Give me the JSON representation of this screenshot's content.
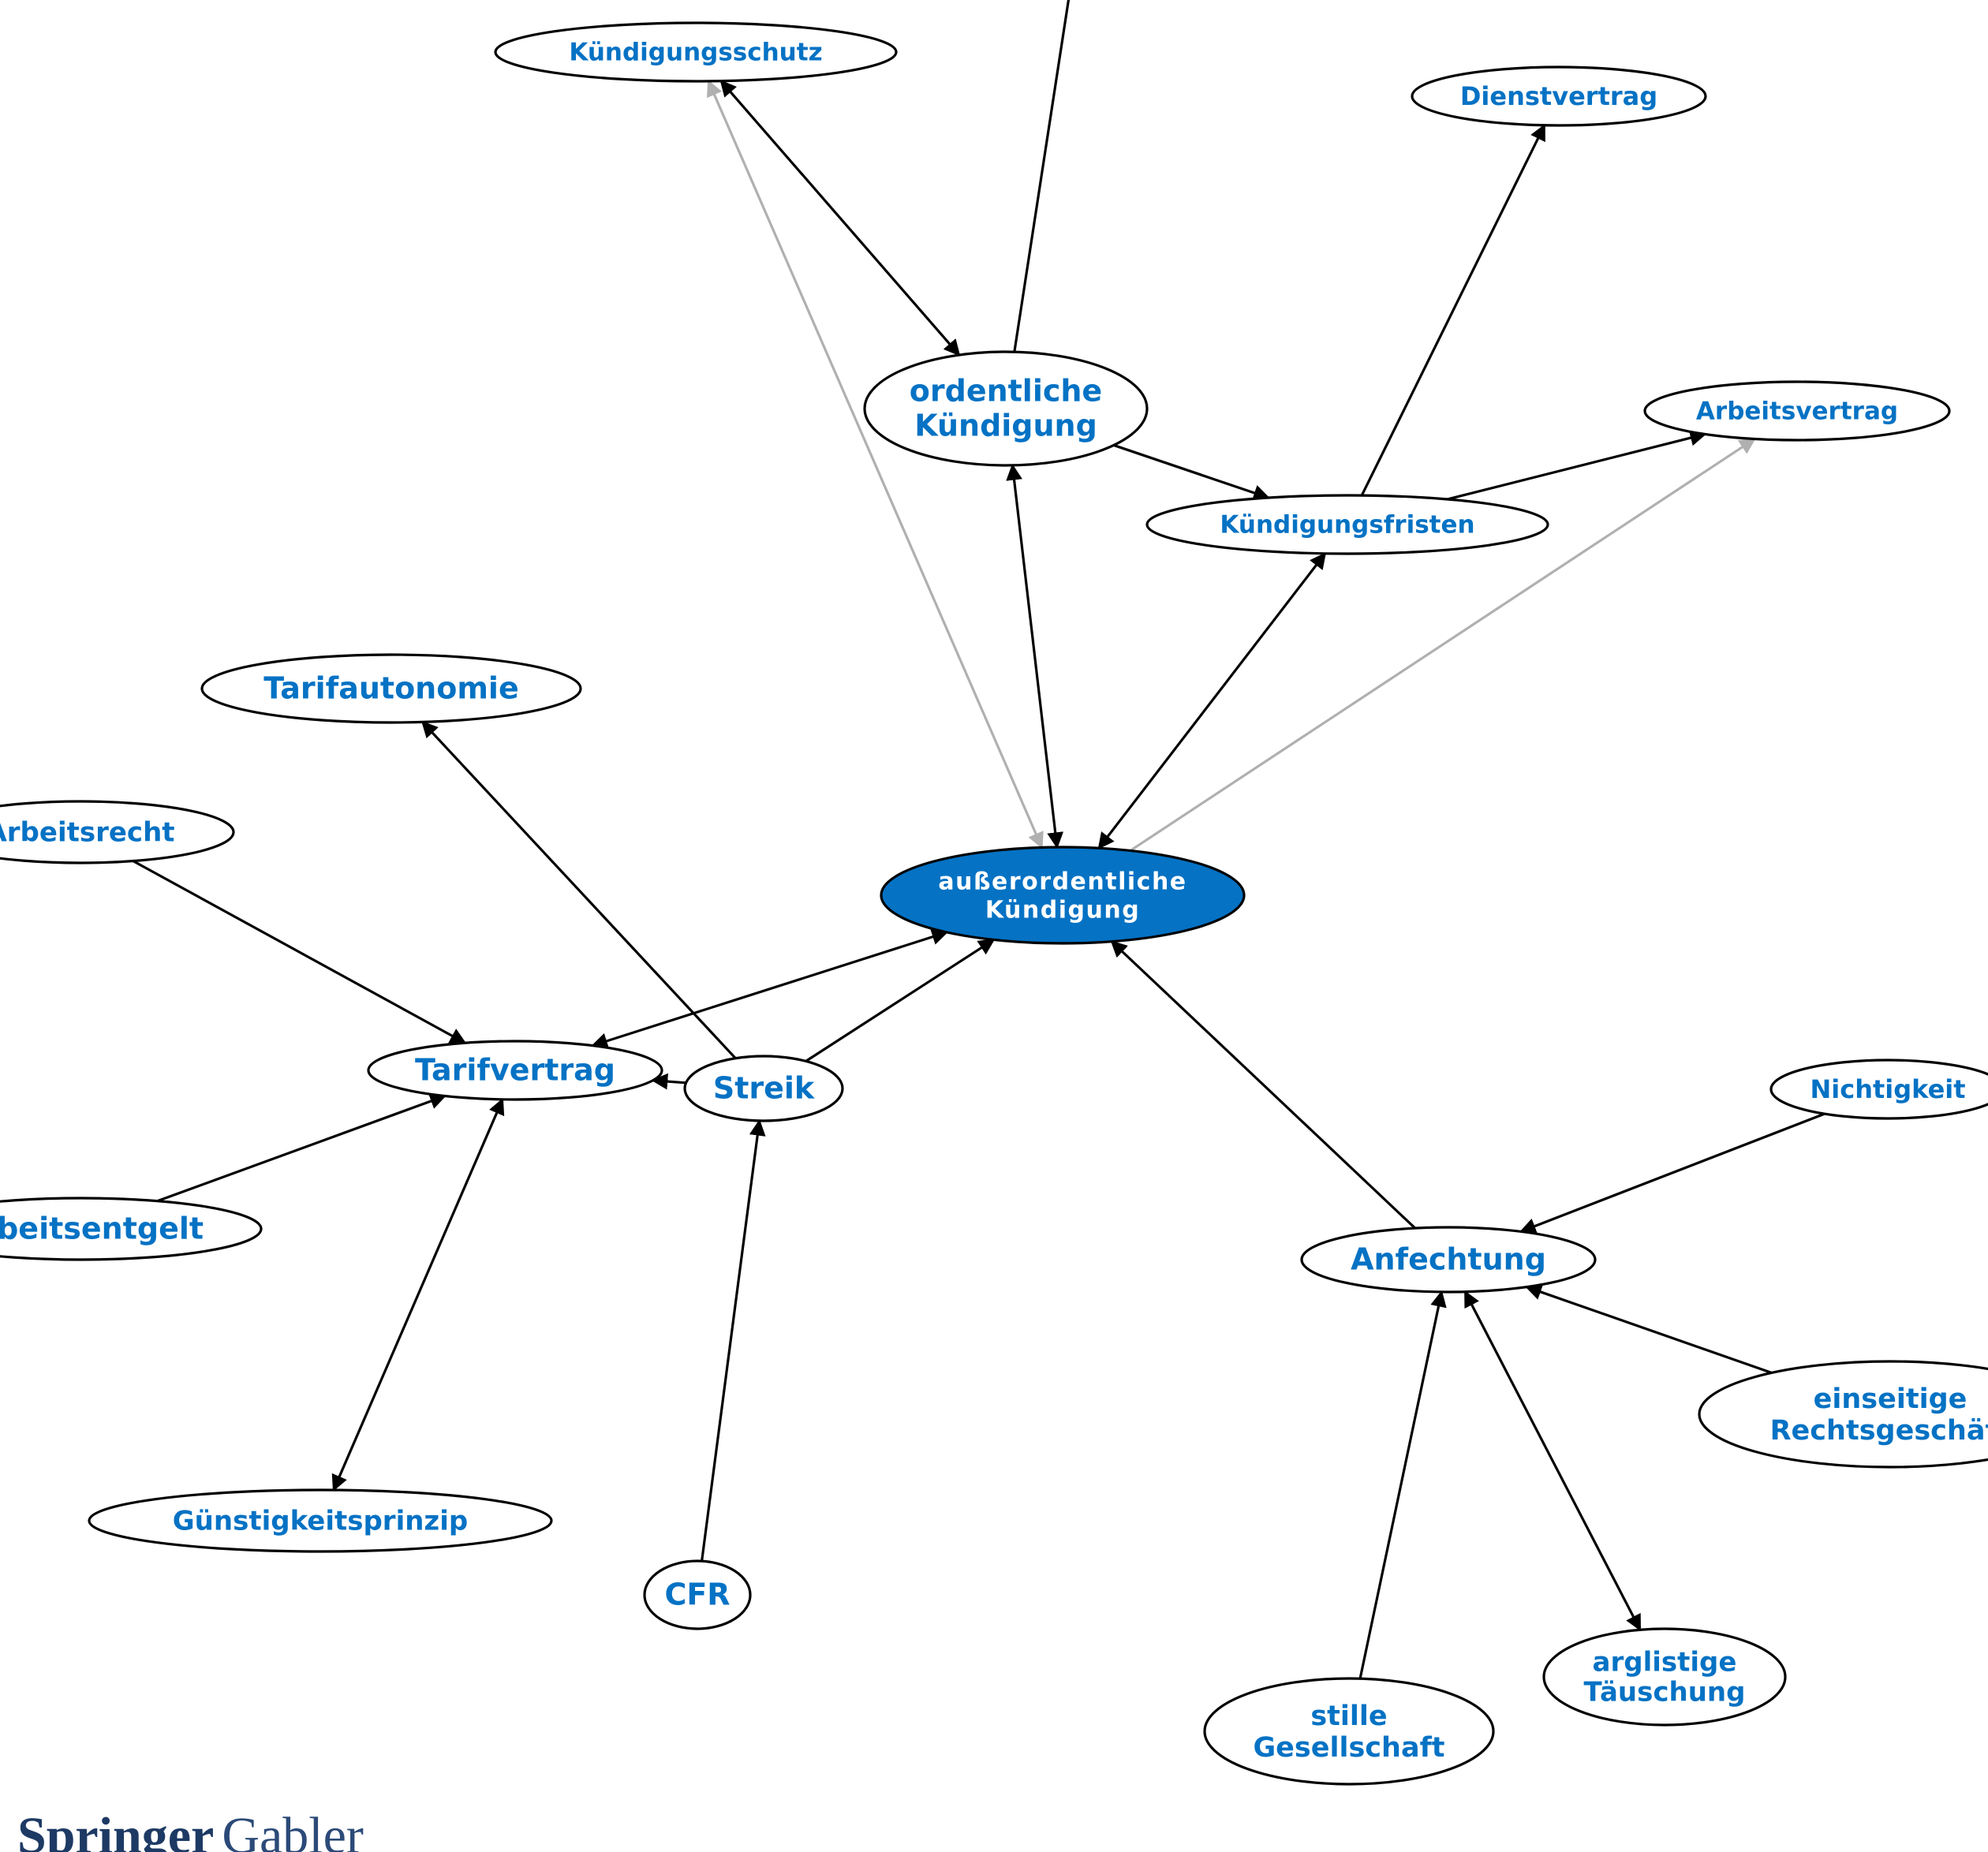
{
  "colors": {
    "label": "#0572c4",
    "center_fill": "#0572c4",
    "center_label": "#ffffff",
    "edge": "#000000",
    "edge_secondary": "#b0b0b0",
    "node_fill": "#ffffff"
  },
  "brand": {
    "name_primary": "Springer",
    "name_secondary": "Gabler"
  },
  "nodes": [
    {
      "id": "center",
      "lines": [
        "außerordentliche",
        "Kündigung"
      ],
      "center": true
    },
    {
      "id": "kschutz",
      "lines": [
        "Kündigungsschutz"
      ]
    },
    {
      "id": "dienst",
      "lines": [
        "Dienstvertrag"
      ]
    },
    {
      "id": "ordentlich",
      "lines": [
        "ordentliche",
        "Kündigung"
      ]
    },
    {
      "id": "avertrag",
      "lines": [
        "Arbeitsvertrag"
      ]
    },
    {
      "id": "kfristen",
      "lines": [
        "Kündigungsfristen"
      ]
    },
    {
      "id": "tautonomie",
      "lines": [
        "Tarifautonomie"
      ]
    },
    {
      "id": "arecht",
      "lines": [
        "Arbeitsrecht"
      ]
    },
    {
      "id": "tvertrag",
      "lines": [
        "Tarifvertrag"
      ]
    },
    {
      "id": "streik",
      "lines": [
        "Streik"
      ]
    },
    {
      "id": "aentgelt",
      "lines": [
        "Arbeitsentgelt"
      ]
    },
    {
      "id": "guenstig",
      "lines": [
        "Günstigkeitsprinzip"
      ]
    },
    {
      "id": "cfr",
      "lines": [
        "CFR"
      ]
    },
    {
      "id": "nichtig",
      "lines": [
        "Nichtigkeit"
      ]
    },
    {
      "id": "anfecht",
      "lines": [
        "Anfechtung"
      ]
    },
    {
      "id": "einseitig",
      "lines": [
        "einseitige",
        "Rechtsgeschäft"
      ]
    },
    {
      "id": "arglist",
      "lines": [
        "arglistige",
        "Täuschung"
      ]
    },
    {
      "id": "stille",
      "lines": [
        "stille",
        "Gesellschaft"
      ]
    }
  ],
  "edges": [
    {
      "from": "kschutz",
      "to": "ordentlich",
      "dir": "both"
    },
    {
      "from": "kschutz",
      "to": "center",
      "dir": "both",
      "secondary": true
    },
    {
      "from": "ordentlich",
      "to": "center",
      "dir": "both"
    },
    {
      "from": "ordentlich",
      "to": "kfristen",
      "dir": "forward"
    },
    {
      "from": "kfristen",
      "to": "dienst",
      "dir": "forward"
    },
    {
      "from": "kfristen",
      "to": "avertrag",
      "dir": "forward"
    },
    {
      "from": "center",
      "to": "avertrag",
      "dir": "forward",
      "secondary": true
    },
    {
      "from": "kfristen",
      "to": "center",
      "dir": "both"
    },
    {
      "from": "streik",
      "to": "tautonomie",
      "dir": "forward"
    },
    {
      "from": "arecht",
      "to": "tvertrag",
      "dir": "forward"
    },
    {
      "from": "center",
      "to": "tvertrag",
      "dir": "both"
    },
    {
      "from": "streik",
      "to": "center",
      "dir": "forward"
    },
    {
      "from": "streik",
      "to": "tvertrag",
      "dir": "forward"
    },
    {
      "from": "aentgelt",
      "to": "tvertrag",
      "dir": "forward"
    },
    {
      "from": "tvertrag",
      "to": "guenstig",
      "dir": "both"
    },
    {
      "from": "cfr",
      "to": "streik",
      "dir": "forward"
    },
    {
      "from": "anfecht",
      "to": "center",
      "dir": "forward"
    },
    {
      "from": "nichtig",
      "to": "anfecht",
      "dir": "forward"
    },
    {
      "from": "einseitig",
      "to": "anfecht",
      "dir": "forward"
    },
    {
      "from": "anfecht",
      "to": "arglist",
      "dir": "both"
    },
    {
      "from": "stille",
      "to": "anfecht",
      "dir": "forward"
    }
  ]
}
